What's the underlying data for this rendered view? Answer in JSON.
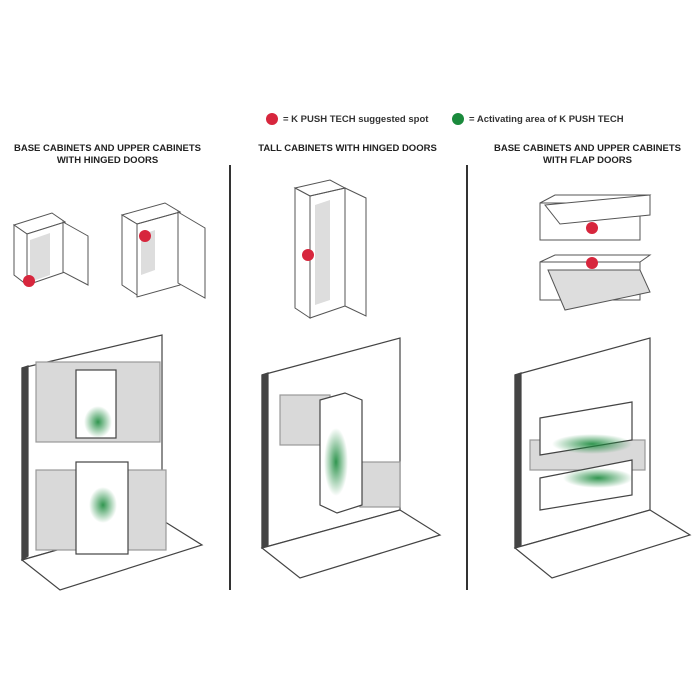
{
  "legend": [
    {
      "label": "= K PUSH TECH suggested spot",
      "color": "#d7263d"
    },
    {
      "label": "= Activating area of K PUSH TECH",
      "color": "#1a8a3c"
    }
  ],
  "sections": [
    {
      "title_line1": "BASE CABINETS AND UPPER CABINETS",
      "title_line2": "WITH HINGED DOORS"
    },
    {
      "title_line1": "TALL CABINETS WITH HINGED DOORS",
      "title_line2": ""
    },
    {
      "title_line1": "BASE CABINETS AND UPPER CABINETS",
      "title_line2": "WITH FLAP DOORS"
    }
  ],
  "colors": {
    "spot": "#d7263d",
    "activating": "#1a8a3c",
    "line": "#444444",
    "panel": "#d9d9d9"
  }
}
